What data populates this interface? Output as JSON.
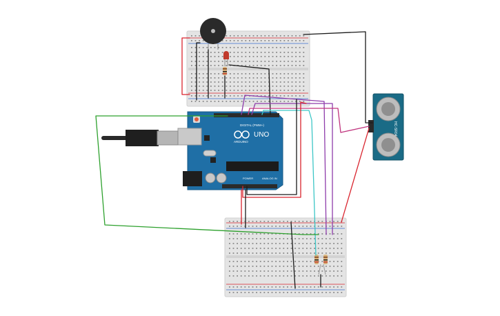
{
  "arduino": {
    "brand_text": "ARDUINO",
    "model_text": "UNO",
    "digital_label": "DIGITAL (PWM~)",
    "power_label": "POWER",
    "analog_label": "ANALOG IN"
  },
  "sensor": {
    "model_text": "HC-SR04"
  },
  "colors": {
    "arduino_board": "#1f6fa6",
    "breadboard": "#e6e6e6",
    "wire_red": "#d9232d",
    "wire_black": "#1a1a1a",
    "wire_green": "#2ca02c",
    "wire_purple": "#8e3cab",
    "wire_magenta": "#c0347e",
    "wire_cyan": "#3cc6c6",
    "sensor_board": "#1a6b86",
    "led": "#c0392b"
  }
}
